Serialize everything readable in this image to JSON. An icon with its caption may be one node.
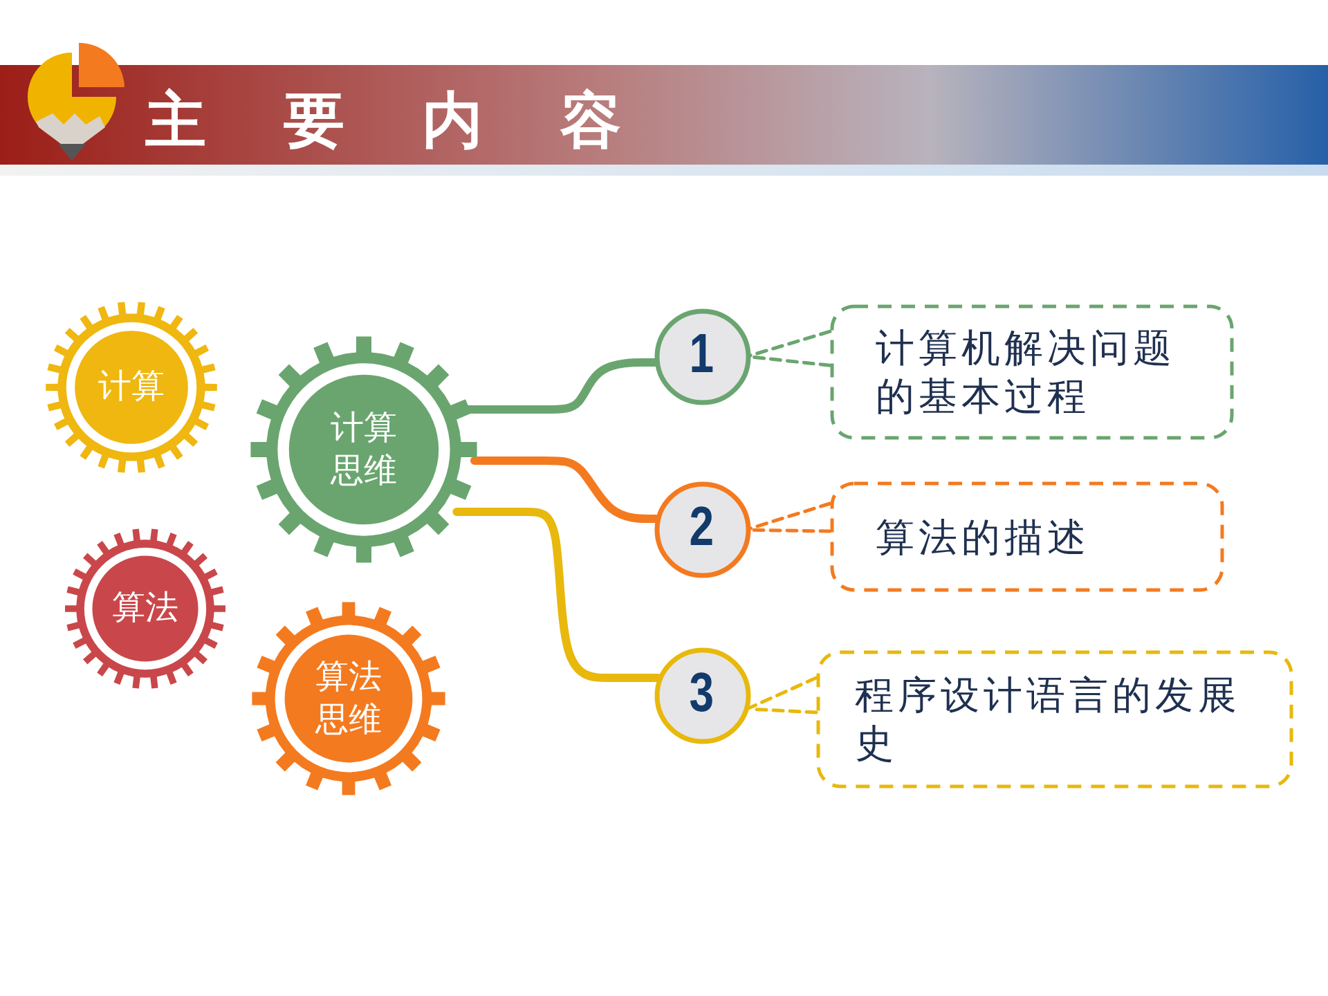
{
  "diagram": {
    "title": "主要内容",
    "nodes": [
      {
        "text": [
          "计算"
        ]
      },
      {
        "text": [
          "算法"
        ]
      },
      {
        "text": [
          "计算思维"
        ]
      },
      {
        "text": [
          "算法思维"
        ]
      },
      {
        "text": [
          "1"
        ]
      },
      {
        "text": [
          "2"
        ]
      },
      {
        "text": [
          "3"
        ]
      },
      {
        "text": [
          "计算机解决问题的基本过程"
        ]
      },
      {
        "text": [
          "算法的描述"
        ]
      },
      {
        "text": [
          "程序设计语言的发展史"
        ]
      }
    ],
    "edges": [
      {
        "from": 2,
        "to": 4,
        "arrow": "none",
        "style": "thick",
        "color": "#6aa56f"
      },
      {
        "from": 2,
        "to": 5,
        "arrow": "none",
        "style": "thick",
        "color": "#f47a1f"
      },
      {
        "from": 2,
        "to": 6,
        "arrow": "none",
        "style": "thick",
        "color": "#e8b80c"
      },
      {
        "from": 7,
        "to": 4,
        "arrow": "none",
        "style": "dashed",
        "color": "#6aa56f"
      },
      {
        "from": 8,
        "to": 5,
        "arrow": "none",
        "style": "dashed",
        "color": "#f47a1f"
      },
      {
        "from": 9,
        "to": 6,
        "arrow": "none",
        "style": "dashed",
        "color": "#e8b80c"
      }
    ]
  }
}
